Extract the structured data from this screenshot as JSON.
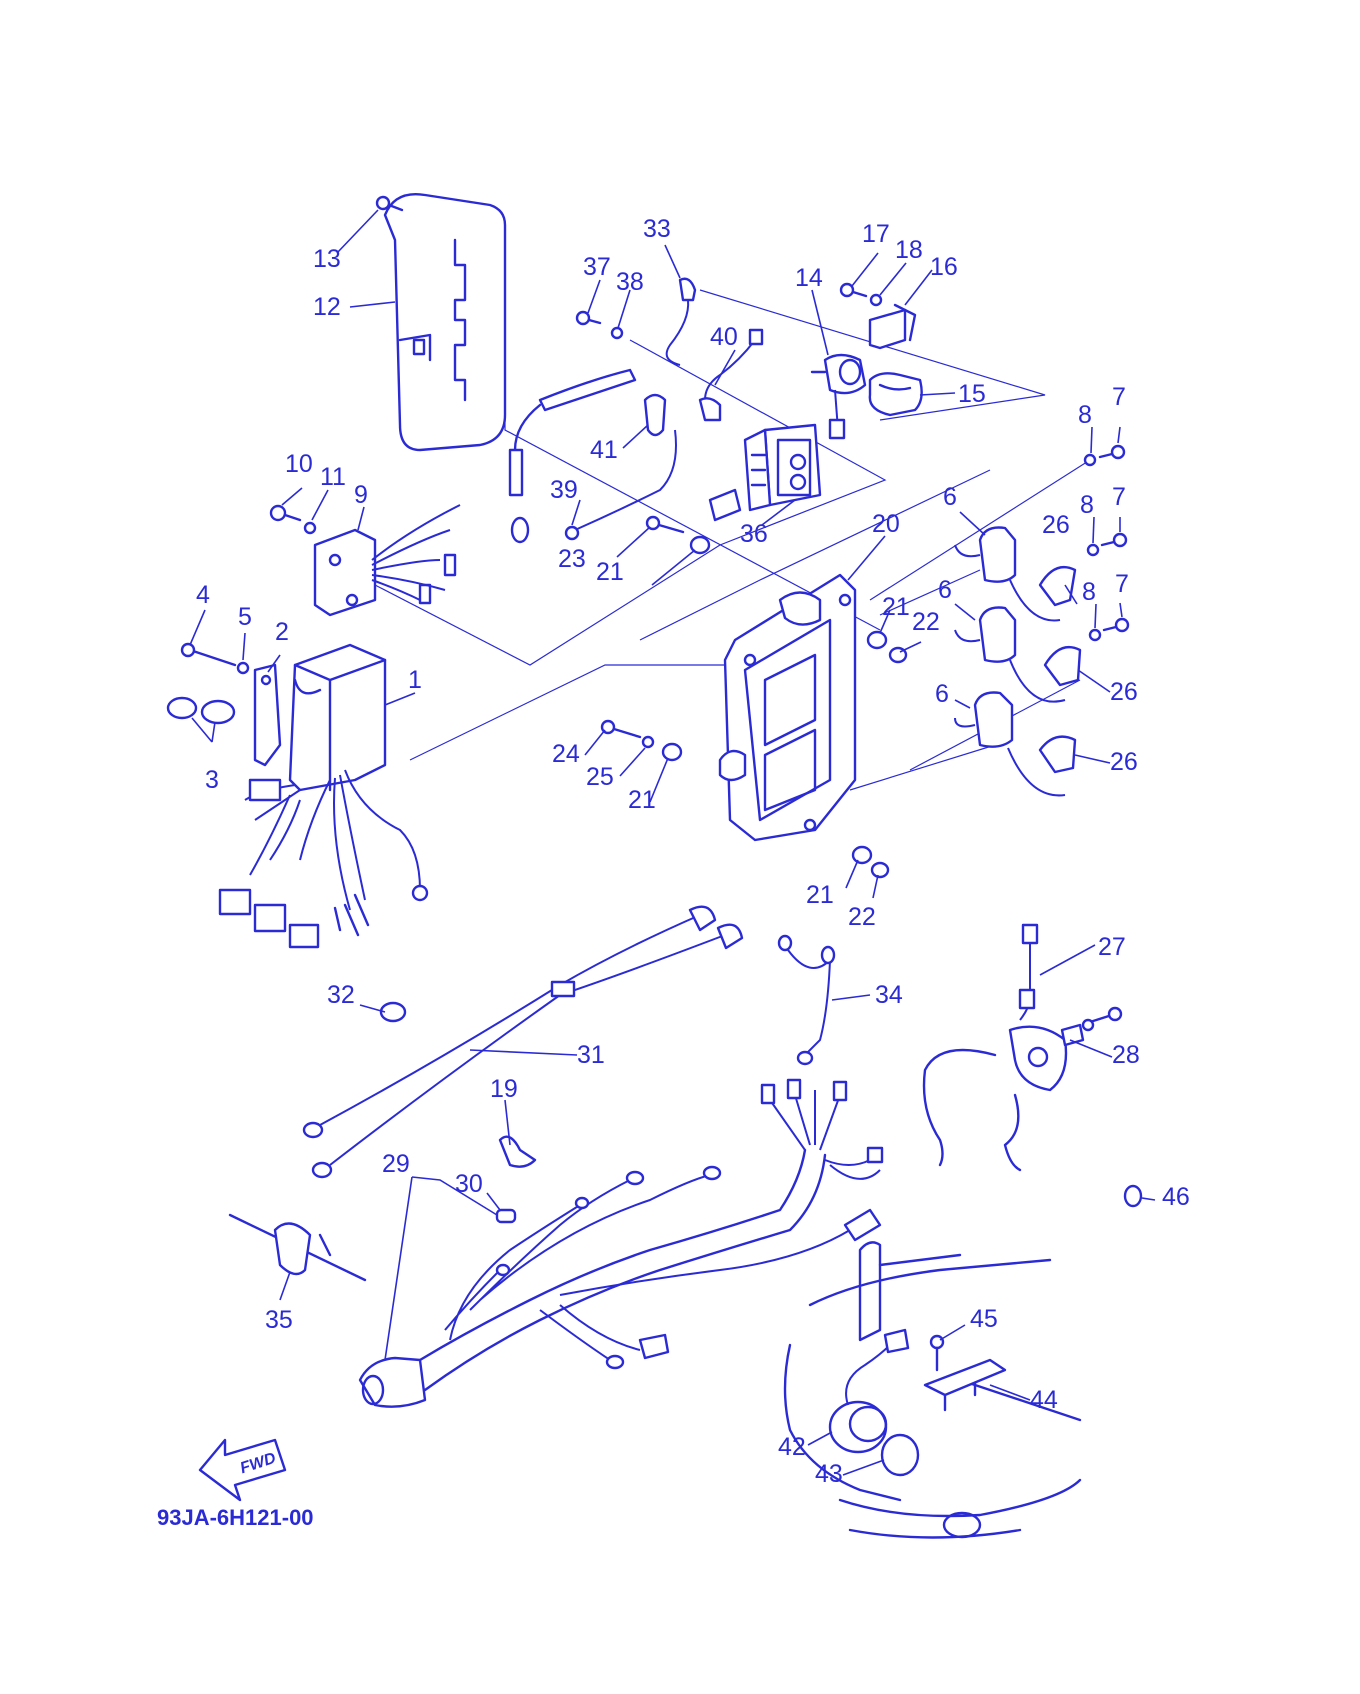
{
  "diagram": {
    "drawing_code": "93JA-6H121-00",
    "direction_label": "FWD",
    "colors": {
      "line": "#2b2bd6",
      "background": "#ffffff"
    },
    "callouts": [
      {
        "id": "c1",
        "text": "1"
      },
      {
        "id": "c2",
        "text": "2"
      },
      {
        "id": "c3",
        "text": "3"
      },
      {
        "id": "c4",
        "text": "4"
      },
      {
        "id": "c5",
        "text": "5"
      },
      {
        "id": "c6a",
        "text": "6"
      },
      {
        "id": "c6b",
        "text": "6"
      },
      {
        "id": "c6c",
        "text": "6"
      },
      {
        "id": "c7a",
        "text": "7"
      },
      {
        "id": "c7b",
        "text": "7"
      },
      {
        "id": "c7c",
        "text": "7"
      },
      {
        "id": "c8a",
        "text": "8"
      },
      {
        "id": "c8b",
        "text": "8"
      },
      {
        "id": "c8c",
        "text": "8"
      },
      {
        "id": "c9",
        "text": "9"
      },
      {
        "id": "c10",
        "text": "10"
      },
      {
        "id": "c11",
        "text": "11"
      },
      {
        "id": "c12",
        "text": "12"
      },
      {
        "id": "c13",
        "text": "13"
      },
      {
        "id": "c14",
        "text": "14"
      },
      {
        "id": "c15",
        "text": "15"
      },
      {
        "id": "c16",
        "text": "16"
      },
      {
        "id": "c17",
        "text": "17"
      },
      {
        "id": "c18",
        "text": "18"
      },
      {
        "id": "c19",
        "text": "19"
      },
      {
        "id": "c20",
        "text": "20"
      },
      {
        "id": "c21a",
        "text": "21"
      },
      {
        "id": "c21b",
        "text": "21"
      },
      {
        "id": "c21c",
        "text": "21"
      },
      {
        "id": "c21d",
        "text": "21"
      },
      {
        "id": "c22a",
        "text": "22"
      },
      {
        "id": "c22b",
        "text": "22"
      },
      {
        "id": "c23",
        "text": "23"
      },
      {
        "id": "c24",
        "text": "24"
      },
      {
        "id": "c25",
        "text": "25"
      },
      {
        "id": "c26a",
        "text": "26"
      },
      {
        "id": "c26b",
        "text": "26"
      },
      {
        "id": "c26c",
        "text": "26"
      },
      {
        "id": "c27",
        "text": "27"
      },
      {
        "id": "c28",
        "text": "28"
      },
      {
        "id": "c29",
        "text": "29"
      },
      {
        "id": "c30",
        "text": "30"
      },
      {
        "id": "c31",
        "text": "31"
      },
      {
        "id": "c32",
        "text": "32"
      },
      {
        "id": "c33",
        "text": "33"
      },
      {
        "id": "c34",
        "text": "34"
      },
      {
        "id": "c35",
        "text": "35"
      },
      {
        "id": "c36",
        "text": "36"
      },
      {
        "id": "c37",
        "text": "37"
      },
      {
        "id": "c38",
        "text": "38"
      },
      {
        "id": "c39",
        "text": "39"
      },
      {
        "id": "c40",
        "text": "40"
      },
      {
        "id": "c41",
        "text": "41"
      },
      {
        "id": "c42",
        "text": "42"
      },
      {
        "id": "c43",
        "text": "43"
      },
      {
        "id": "c44",
        "text": "44"
      },
      {
        "id": "c45",
        "text": "45"
      },
      {
        "id": "c46",
        "text": "46"
      }
    ]
  }
}
